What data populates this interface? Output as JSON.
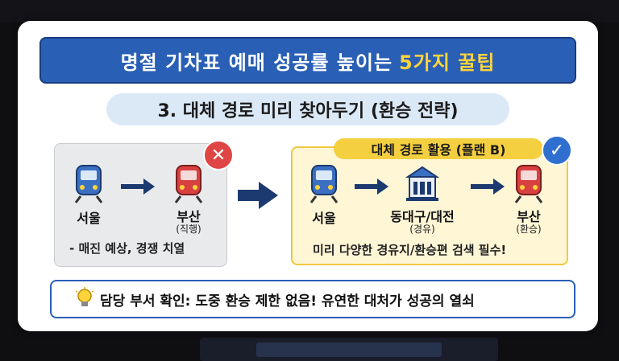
{
  "title": {
    "main": "명절 기차표 예매 성공률 높이는",
    "highlight": "5가지 꿀팁"
  },
  "subtitle": "3. 대체 경로 미리 찾아두기 (환승 전략)",
  "left_panel": {
    "origin": "서울",
    "destination": "부산",
    "destination_note": "(직행)",
    "note": "- 매진 예상, 경쟁 치열"
  },
  "right_panel": {
    "tag": "대체 경로 활용 (플랜 B)",
    "origin": "서울",
    "transfer": "동대구/대전",
    "transfer_note": "(경유)",
    "destination": "부산",
    "destination_note": "(환승)",
    "note": "미리 다양한 경유지/환승편 검색 필수!"
  },
  "tip": "담당 부서 확인: 도중 환승 제한 없음! 유연한 대처가 성공의 열쇠",
  "colors": {
    "title_bg": "#2a5fb6",
    "highlight": "#ffd43b",
    "plan_yellow": "#f4cf3f",
    "blue_train": "#3b6fc2",
    "red_train": "#d94040"
  }
}
